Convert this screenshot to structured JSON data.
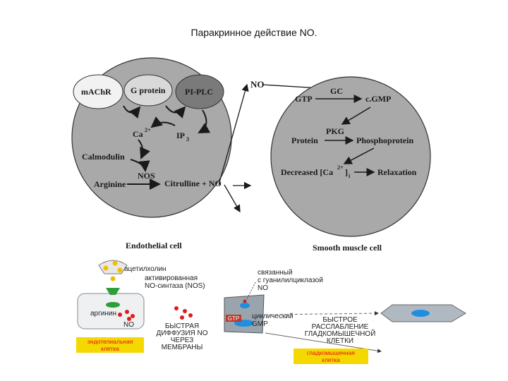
{
  "title": "Паракринное действие NO.",
  "top": {
    "endothelial": {
      "caption": "Endothelial cell",
      "machr": "mAChR",
      "gprotein": "G protein",
      "piplc": "PI-PLC",
      "ca": "Ca",
      "ca_sup": "2+",
      "ip": "IP",
      "ip_sub": "3",
      "calmodulin": "Calmodulin",
      "nos": "NOS",
      "arginine": "Arginine",
      "citrulline": "Citrulline + NO"
    },
    "no_label": "NO",
    "smooth": {
      "caption": "Smooth muscle cell",
      "gtp": "GTP",
      "gc": "GC",
      "cgmp": "c.GMP",
      "pkg": "PKG",
      "protein": "Protein",
      "phosphoprotein": "Phosphoprotein",
      "decreased": "Decreased [Ca",
      "decreased_sup": "2+",
      "decreased_end": "]",
      "decreased_sub": "i",
      "relaxation": "Relaxation"
    }
  },
  "bottom": {
    "acetylcholine": "ацетилхолин",
    "activated_nos": [
      "активированная",
      "NO-синтаза (NOS)"
    ],
    "arginine": "аргинин",
    "no": "NO",
    "fast_diffusion": [
      "БЫСТРАЯ",
      "ДИФФУЗИЯ NO",
      "ЧЕРЕЗ",
      "МЕМБРАНЫ"
    ],
    "endothelial_box": [
      "эндотелиальная",
      "клетка"
    ],
    "bound": [
      "связанный",
      "с гуанилилциклазой",
      "NO"
    ],
    "gtp": "GTP",
    "cyclic": [
      "циклический",
      "GMP"
    ],
    "fast_relax": [
      "БЫСТРОЕ",
      "РАССЛАБЛЕНИЕ",
      "ГЛАДКОМЫШЕЧНОЙ",
      "КЛЕТКИ"
    ],
    "smooth_box": [
      "гладкомышечная",
      "клетка"
    ]
  },
  "colors": {
    "cell_fill": "#a9a9a9",
    "machr_fill": "#f2f2f2",
    "plc_fill": "#7a7a7a",
    "label_box": "#f5d800",
    "label_text": "#e0101a",
    "no_dot": "#e01a1a",
    "ligand": "#f0c000",
    "receptor": "#2e9e3a",
    "blue": "#1e8fe0"
  }
}
